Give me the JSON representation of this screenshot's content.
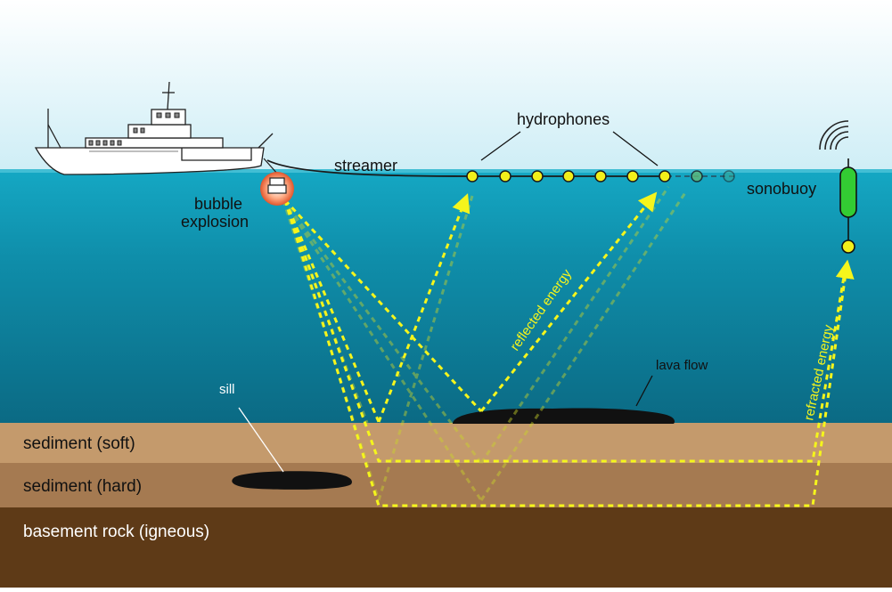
{
  "labels": {
    "hydrophones": "hydrophones",
    "streamer": "streamer",
    "bubble_line1": "bubble",
    "bubble_line2": "explosion",
    "sonobuoy": "sonobuoy",
    "reflected_energy": "reflected energy",
    "refracted_energy": "refracted energy",
    "lava_flow": "lava flow",
    "sill": "sill",
    "sediment_soft": "sediment (soft)",
    "sediment_hard": "sediment (hard)",
    "basement_rock": "basement rock (igneous)"
  },
  "colors": {
    "sky_top": "#ffffff",
    "sky_bottom": "#cfeef6",
    "water_top": "#17a9c4",
    "water_bottom": "#0c6f88",
    "sediment_soft": "#c49a6c",
    "sediment_hard": "#a57a51",
    "basement": "#5e3a17",
    "energy": "#f5f51c",
    "hydrophone": "#f2ef1a",
    "sonobuoy": "#33cc33"
  },
  "icons": [
    "ship-icon",
    "airgun-icon",
    "sonobuoy-icon",
    "radio-waves-icon"
  ]
}
